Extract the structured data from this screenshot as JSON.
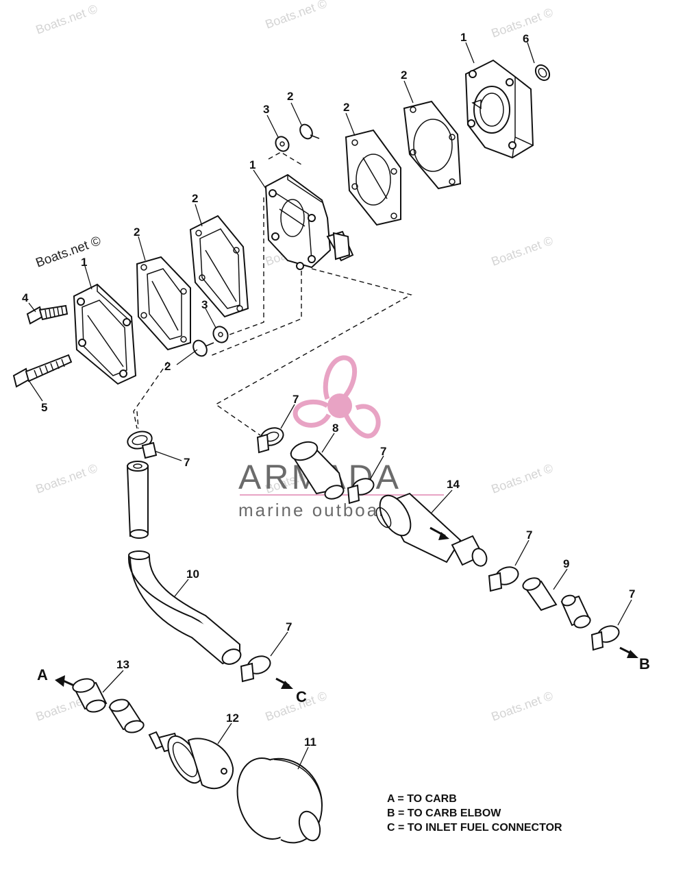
{
  "watermark": "Boats.net ©",
  "brand": {
    "name": "ARMADA",
    "tagline": "marine outboards",
    "accent_color": "#e8a3c4",
    "text_color": "#6b6b6b"
  },
  "callouts": {
    "top_pump_cover": "1",
    "top_oring": "6",
    "top_gasket": "2",
    "upper_gasket": "2",
    "upper_valve": "2",
    "upper_washer": "3",
    "pump_body": "1",
    "mid_gasket": "2",
    "left_gasket": "2",
    "left_cover": "1",
    "screw_short": "4",
    "screw_long": "5",
    "lower_washer": "3",
    "lower_valve": "2",
    "clamp_a": "7",
    "clamp_b": "7",
    "hose_8": "8",
    "clamp_c": "7",
    "filter": "14",
    "clamp_d": "7",
    "hose_9": "9",
    "clamp_e": "7",
    "hose_10": "10",
    "clamp_f": "7",
    "hose_13": "13",
    "primer_bulb": "12",
    "bulb_cover": "11"
  },
  "destinations": {
    "a": "A",
    "b": "B",
    "c": "C"
  },
  "legend": [
    "A = TO CARB",
    "B = TO CARB ELBOW",
    "C = TO INLET FUEL CONNECTOR"
  ]
}
